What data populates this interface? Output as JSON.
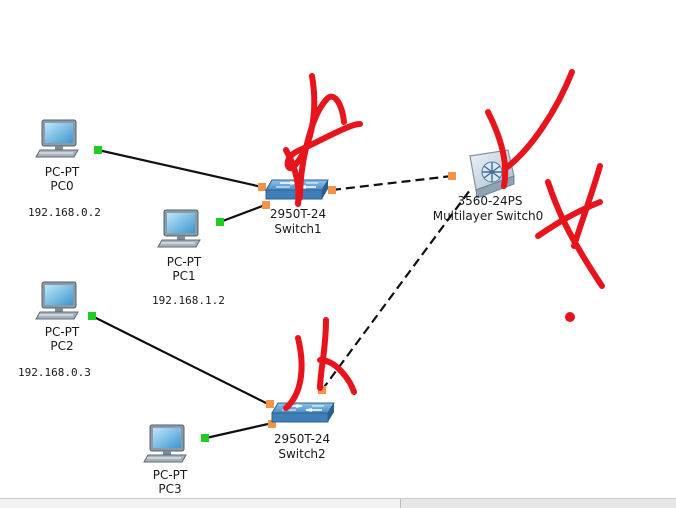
{
  "devices": {
    "pc0": {
      "model": "PC-PT",
      "name": "PC0",
      "ip": "192.168.0.2"
    },
    "pc1": {
      "model": "PC-PT",
      "name": "PC1",
      "ip": "192.168.1.2"
    },
    "pc2": {
      "model": "PC-PT",
      "name": "PC2",
      "ip": "192.168.0.3"
    },
    "pc3": {
      "model": "PC-PT",
      "name": "PC3"
    },
    "switch1": {
      "model": "2950T-24",
      "name": "Switch1"
    },
    "switch2": {
      "model": "2950T-24",
      "name": "Switch2"
    },
    "multilayer": {
      "model": "3560-24PS",
      "name": "Multilayer Switch0"
    }
  },
  "colors": {
    "link": "#111111",
    "port_up": "#22cc22",
    "port_pending": "#f0944a",
    "annotation": "#e8141b",
    "pc_screen": "#5fb4e6",
    "switch_body": "#4a8cc4"
  }
}
